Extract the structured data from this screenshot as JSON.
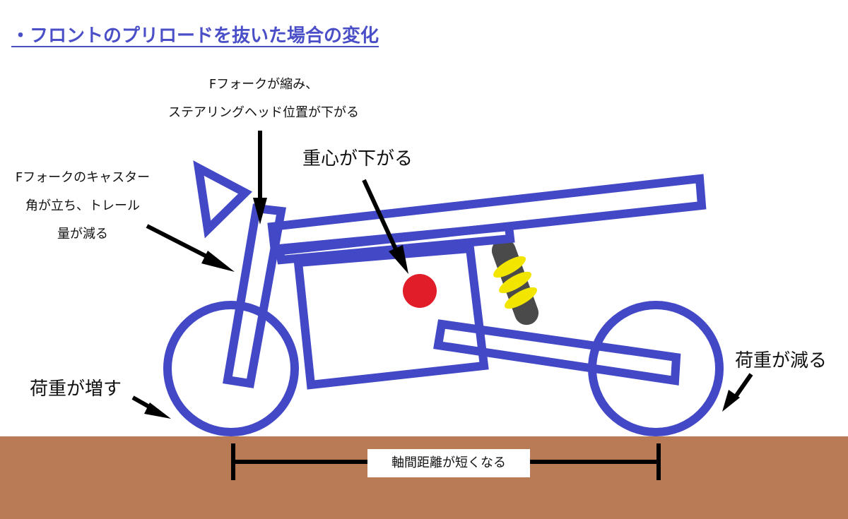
{
  "title": "・フロントのプリロードを抜いた場合の変化",
  "annotations": {
    "fork_compress": [
      "Fフォークが縮み、",
      "ステアリングヘッド位置が下がる"
    ],
    "caster": [
      "Fフォークのキャスター",
      "角が立ち、トレール",
      "量が減る"
    ],
    "cog": "重心が下がる",
    "front_load": "荷重が増す",
    "rear_load": "荷重が減る",
    "wheelbase": "軸間距離が短くなる"
  },
  "colors": {
    "frame": "#4348c6",
    "ground": "#b87b55",
    "cog_dot": "#e11d2a",
    "shock_body": "#4a4a4a",
    "spring": "#f2e600",
    "arrows": "#000000",
    "title": "#4a4fc8"
  }
}
